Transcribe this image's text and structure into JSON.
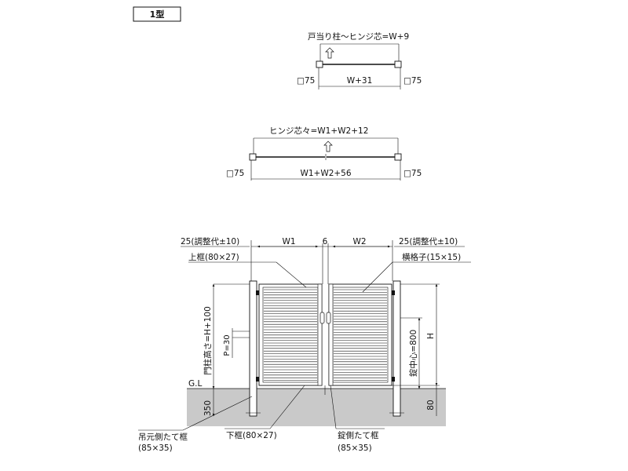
{
  "type_label": "1型",
  "plan_single": {
    "hinge_label": "戸当り柱～ヒンジ芯=W+9",
    "width_label": "W+31",
    "left_post_label": "□75",
    "right_post_label": "□75"
  },
  "plan_double": {
    "hinge_label": "ヒンジ芯々=W1+W2+12",
    "width_label": "W1+W2+56",
    "left_post_label": "□75",
    "right_post_label": "□75"
  },
  "elevation": {
    "left_adjust_label": "25(調整代±10)",
    "right_adjust_label": "25(調整代±10)",
    "w1_label": "W1",
    "gap_label": "6",
    "w2_label": "W2",
    "top_frame_label": "上框(80×27)",
    "lattice_label": "横格子(15×15)",
    "post_height_label": "門柱高さ=H+100",
    "p_label": "P=30",
    "h_label": "H",
    "lock_center_label": "錠中心=800",
    "gl_label": "G.L",
    "depth_label": "350",
    "ground_gap_label": "80",
    "hinge_stile_label": "吊元側たて框",
    "hinge_stile_size": "(85×35)",
    "bottom_frame_label": "下框(80×27)",
    "lock_stile_label": "錠側たて框",
    "lock_stile_size": "(85×35)"
  }
}
